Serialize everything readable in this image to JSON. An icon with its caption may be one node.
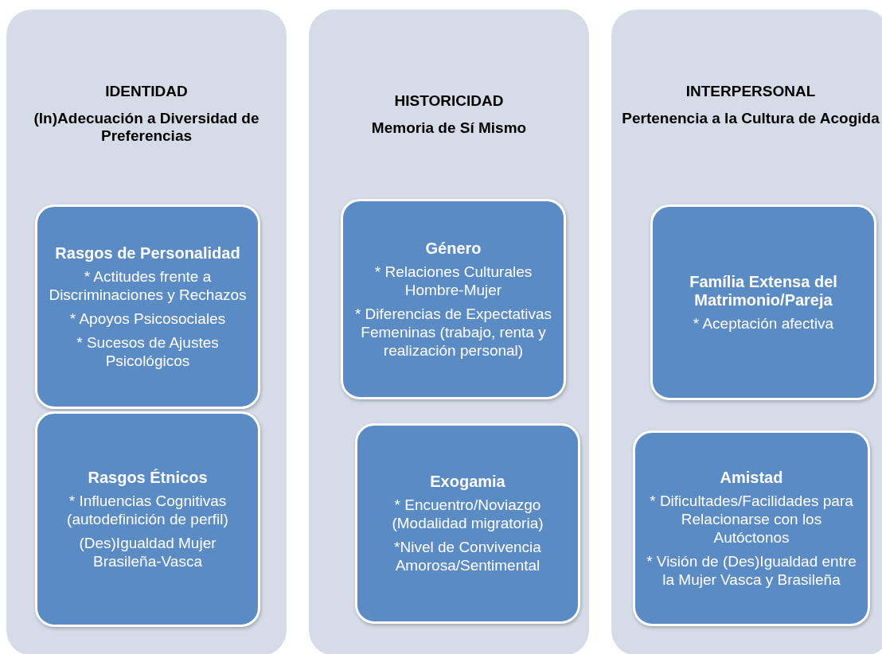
{
  "diagram": {
    "nodes": [
      {
        "text": [
          "IDENTIDAD",
          "(In)Adecuación a Diversidad de Preferencias"
        ]
      },
      {
        "text": [
          "HISTORICIDAD",
          "Memoria de Sí Mismo"
        ]
      },
      {
        "text": [
          "INTERPERSONAL",
          "Pertenencia a la Cultura de Acogida"
        ]
      },
      {
        "text": [
          "Rasgos de Personalidad",
          "* Actitudes frente a Discriminaciones y Rechazos",
          "* Apoyos Psicosociales",
          "* Sucesos de Ajustes Psicológicos"
        ],
        "in": 0
      },
      {
        "text": [
          "Rasgos Étnicos",
          "* Influencias Cognitivas (autodefinición de perfil)",
          "(Des)Igualdad Mujer Brasileña-Vasca"
        ],
        "in": 0
      },
      {
        "text": [
          "Género",
          "* Relaciones Culturales Hombre-Mujer",
          "* Diferencias de Expectativas Femeninas (trabajo, renta y realización personal)"
        ],
        "in": 1
      },
      {
        "text": [
          "Exogamia",
          "* Encuentro/Noviazgo (Modalidad migratoria)",
          "*Nivel de Convivencia Amorosa/Sentimental"
        ],
        "in": 1
      },
      {
        "text": [
          "Família Extensa del Matrimonio/Pareja",
          "* Aceptación afectiva"
        ],
        "in": 2
      },
      {
        "text": [
          "Amistad",
          "* Dificultades/Facilidades para Relacionarse con los Autóctonos",
          "* Visión de (Des)Igualdad entre la Mujer Vasca y Brasileña"
        ],
        "in": 2
      }
    ],
    "edges": []
  }
}
